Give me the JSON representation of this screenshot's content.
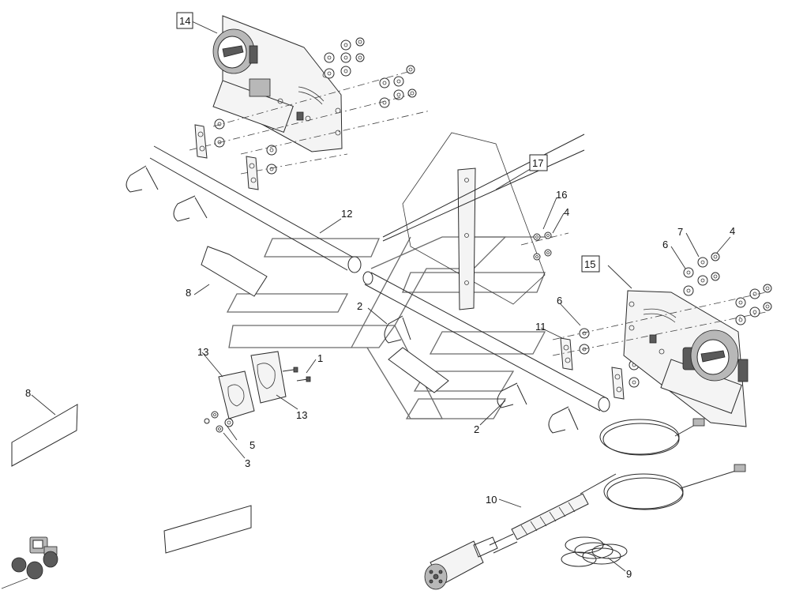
{
  "diagram": {
    "callouts": {
      "c14": "14",
      "c17": "17",
      "c16": "16",
      "c4a": "4",
      "c4b": "4",
      "c7": "7",
      "c6a": "6",
      "c6b": "6",
      "c15": "15",
      "c12": "12",
      "c8a": "8",
      "c8b": "8",
      "c2a": "2",
      "c2b": "2",
      "c11": "11",
      "c13a": "13",
      "c13b": "13",
      "c1": "1",
      "c5": "5",
      "c3": "3",
      "c10": "10",
      "c9": "9"
    }
  }
}
